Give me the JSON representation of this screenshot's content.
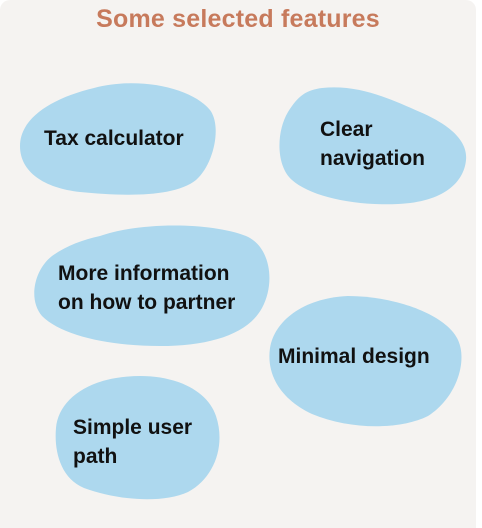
{
  "title": "Some selected features",
  "colors": {
    "background": "#f5f3f1",
    "title": "#c77a5c",
    "blob": "#add8ee",
    "text": "#111111"
  },
  "features": [
    {
      "lines": [
        "Tax calculator"
      ]
    },
    {
      "lines": [
        "Clear",
        "navigation"
      ]
    },
    {
      "lines": [
        "More information",
        "on how to partner"
      ]
    },
    {
      "lines": [
        "Minimal design"
      ]
    },
    {
      "lines": [
        "Simple user",
        "path"
      ]
    }
  ]
}
